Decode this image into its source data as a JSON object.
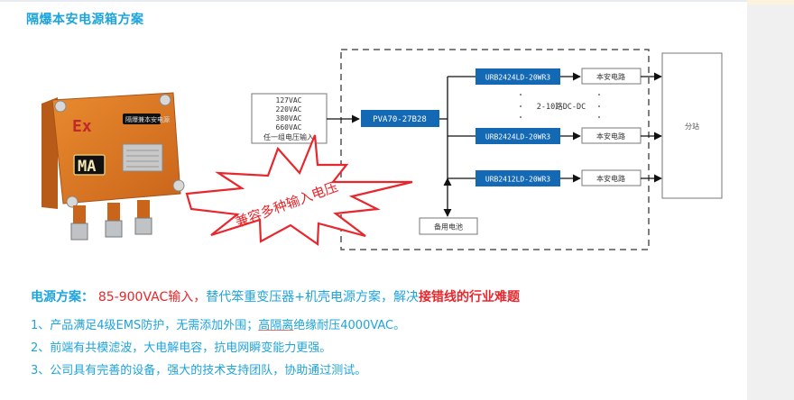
{
  "title": "隔爆本安电源箱方案",
  "product_image": {
    "label_ex": "Ex",
    "label_ma": "MA",
    "nameplate": "隔爆兼本安电源"
  },
  "diagram": {
    "input_box": {
      "lines": [
        "127VAC",
        "220VAC",
        "380VAC",
        "660VAC",
        "任一组电压输入"
      ]
    },
    "main_module": "PVA70-27B28",
    "dcdc_modules": [
      "URB2424LD-20WR3",
      "URB2424LD-20WR3",
      "URB2412LD-20WR3"
    ],
    "circuit_boxes": [
      "本安电路",
      "本安电路",
      "本安电路"
    ],
    "channel_note": "2-10路DC-DC",
    "battery": "备用电池",
    "substation": "分站",
    "starburst_text": "兼容多种输入电压",
    "colors": {
      "module_blue": "#1469b4",
      "starburst_red": "#e8262b",
      "text_blue": "#1ea4dc"
    }
  },
  "solution": {
    "label": "电源方案：",
    "highlight": "85-900VAC输入，",
    "middle": "替代笨重变压器+机壳电源方案，解决",
    "highlight2": "接错线的行业难题"
  },
  "points": [
    {
      "prefix": "1、产品满足4级EMS防护，无需添加外围；",
      "underlined": "高隔离",
      "suffix": "绝缘耐压4000VAC。"
    },
    {
      "text": "2、前端有共模滤波，大电解电容，抗电网瞬变能力更强。"
    },
    {
      "text": "3、公司具有完善的设备，强大的技术支持团队，协助通过测试。"
    }
  ]
}
